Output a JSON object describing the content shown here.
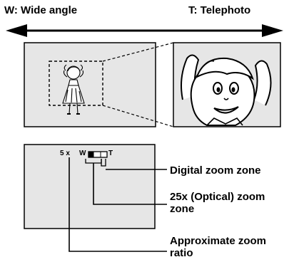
{
  "header": {
    "wide_label": "W: Wide angle",
    "tele_label": "T: Telephoto"
  },
  "indicator": {
    "ratio_text": "5 x",
    "wide_mark": "W",
    "tele_mark": "T"
  },
  "callouts": {
    "digital_zone": "Digital zoom zone",
    "optical_zone_line1": "25x (Optical) zoom",
    "optical_zone_line2": "zone",
    "zoom_ratio_line1": "Approximate zoom",
    "zoom_ratio_line2": "ratio"
  },
  "colors": {
    "frame_fill": "#e6e6e6",
    "line": "#000000"
  }
}
